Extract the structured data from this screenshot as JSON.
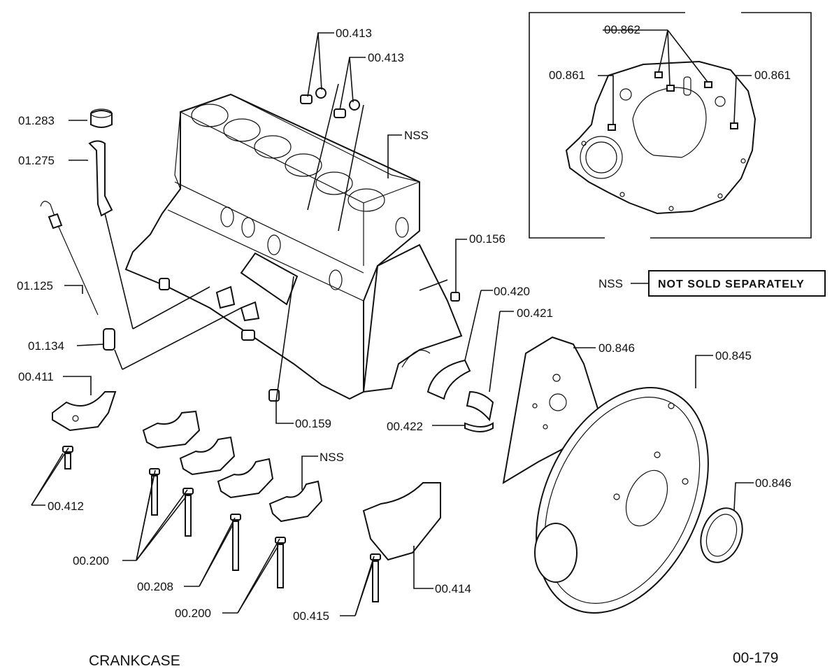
{
  "diagram": {
    "caption": "CRANKCASE",
    "page_code": "00-179",
    "legend": {
      "key": "NSS",
      "meaning": "NOT SOLD SEPARATELY"
    },
    "labels": {
      "l00413a": "00.413",
      "l00413b": "00.413",
      "l00862": "00.862",
      "l00861a": "00.861",
      "l00861b": "00.861",
      "l01283": "01.283",
      "l01275": "01.275",
      "lnss1": "NSS",
      "l01125": "01.125",
      "l00156": "00.156",
      "lnss2": "NSS",
      "l00420": "00.420",
      "l00421": "00.421",
      "l01134": "01.134",
      "l00846a": "00.846",
      "l00845": "00.845",
      "l00411": "00.411",
      "l00159": "00.159",
      "l00422": "00.422",
      "lnss3": "NSS",
      "l00846b": "00.846",
      "l00412": "00.412",
      "l00200a": "00.200",
      "l00208": "00.208",
      "l00414": "00.414",
      "l00200b": "00.200",
      "l00415": "00.415"
    }
  }
}
